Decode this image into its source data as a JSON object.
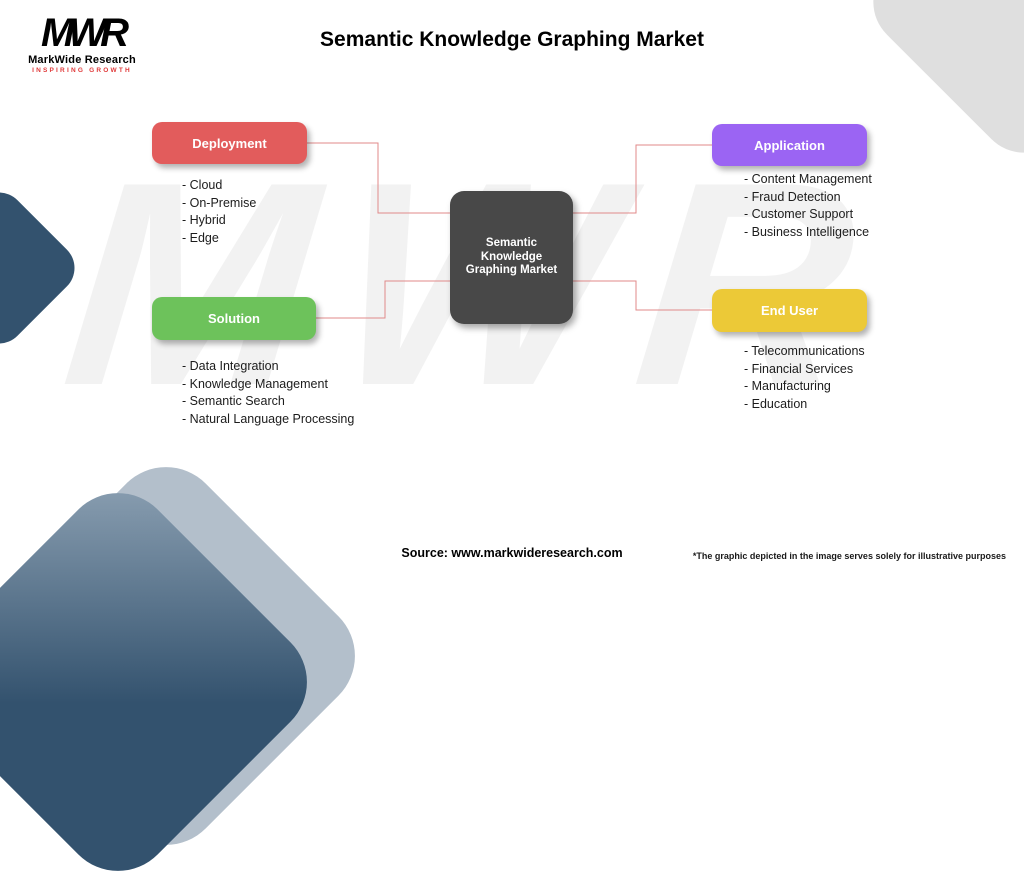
{
  "logo": {
    "brand": "MWR",
    "name": "MarkWide Research",
    "tagline": "INSPIRING GROWTH"
  },
  "title": "Semantic Knowledge Graphing Market",
  "watermark": "MWR",
  "center": {
    "label": "Semantic Knowledge Graphing Market",
    "color": "#484848"
  },
  "connector_color": "#e08a8a",
  "categories": [
    {
      "label": "Deployment",
      "color": "#e25c5c",
      "items": [
        "- Cloud",
        "- On-Premise",
        "- Hybrid",
        "- Edge"
      ]
    },
    {
      "label": "Application",
      "color": "#9b64f3",
      "items": [
        "- Content Management",
        "- Fraud Detection",
        "- Customer Support",
        "- Business Intelligence"
      ]
    },
    {
      "label": "Solution",
      "color": "#6dc25b",
      "items": [
        "- Data Integration",
        "- Knowledge Management",
        "- Semantic Search",
        "- Natural Language Processing"
      ]
    },
    {
      "label": "End User",
      "color": "#ecc937",
      "items": [
        "- Telecommunications",
        "- Financial Services",
        "- Manufacturing",
        "- Education"
      ]
    }
  ],
  "footer": {
    "source": "Source: www.markwideresearch.com",
    "disclaimer": "*The graphic depicted in the image serves solely for illustrative purposes"
  }
}
